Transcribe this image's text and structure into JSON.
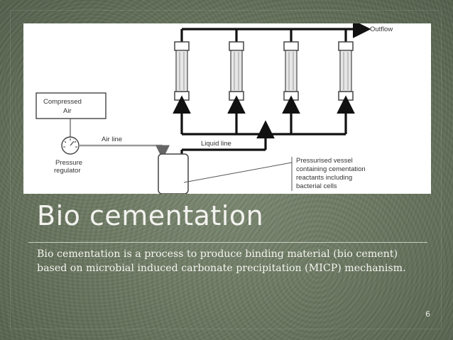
{
  "diagram": {
    "outflow_label": "Outflow",
    "compressed_air_label_1": "Compressed",
    "compressed_air_label_2": "Air",
    "pressure_regulator_label_1": "Pressure",
    "pressure_regulator_label_2": "regulator",
    "air_line_label": "Air line",
    "liquid_line_label": "Liquid line",
    "vessel_label_1": "Pressurised vessel",
    "vessel_label_2": "containing cementation",
    "vessel_label_3": "reactants including",
    "vessel_label_4": "bacterial cells"
  },
  "slide": {
    "title": "Bio cementation",
    "body": "Bio cementation is a process to produce binding material (bio cement) based on microbial induced carbonate precipitation (MICP) mechanism.",
    "page_number": "6"
  }
}
